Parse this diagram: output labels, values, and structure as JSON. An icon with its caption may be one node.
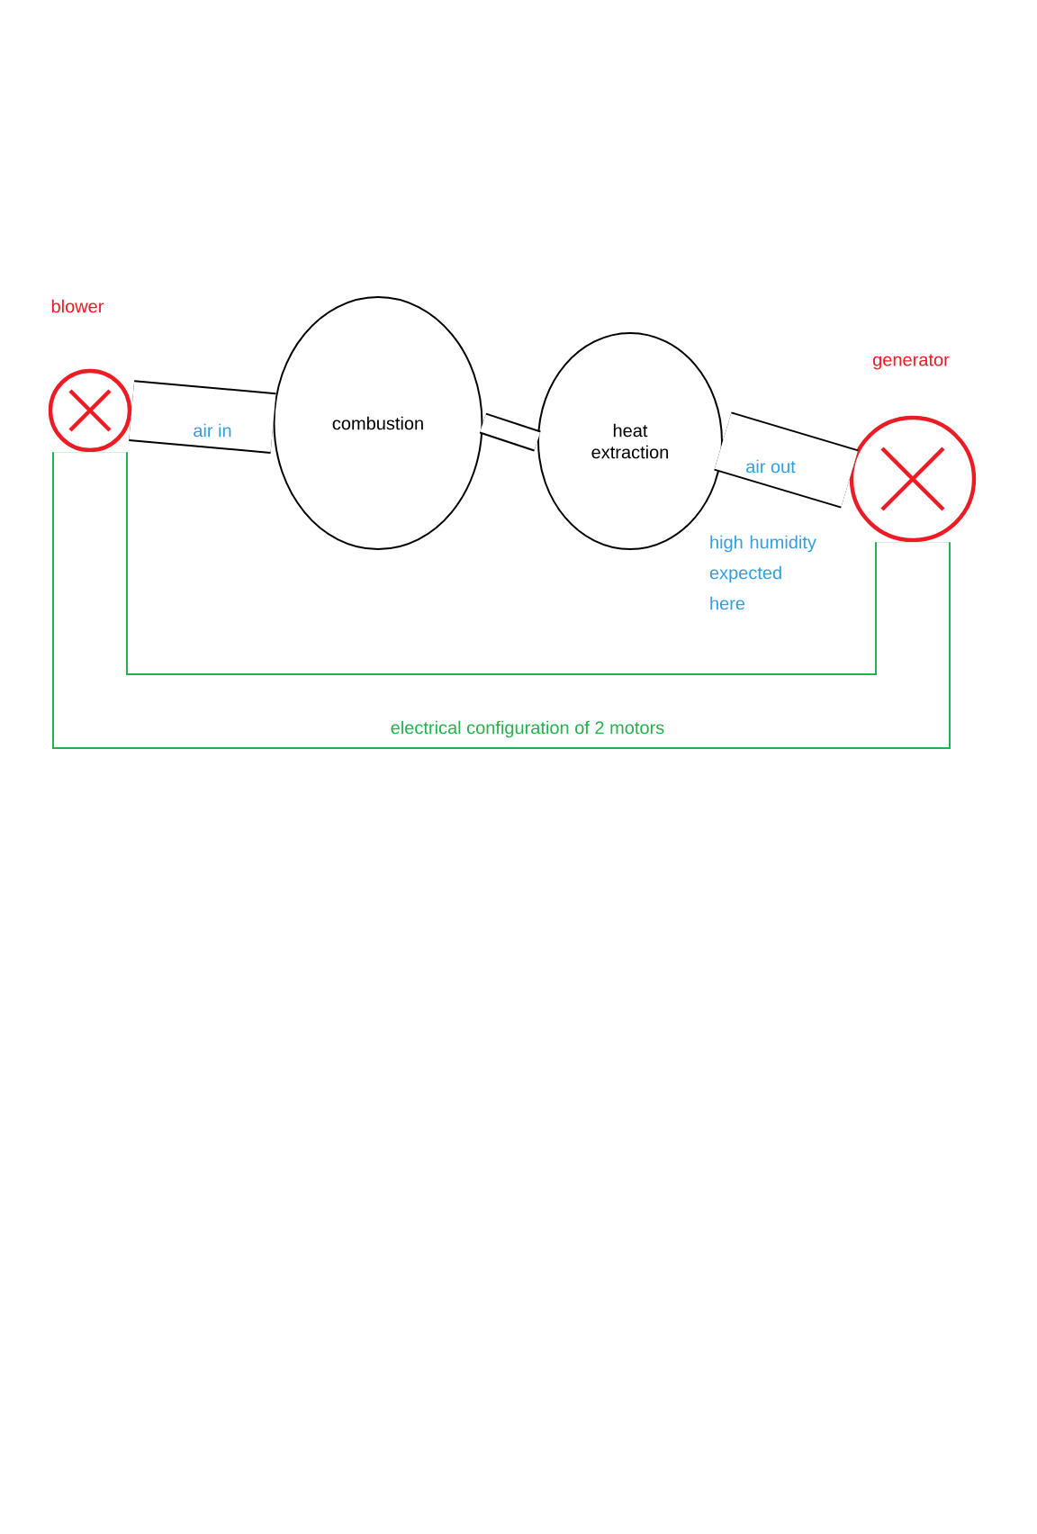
{
  "diagram": {
    "nodes": [
      {
        "text": [
          "blower"
        ]
      },
      {
        "text": [
          "combustion"
        ]
      },
      {
        "text": [
          "heat extraction"
        ]
      },
      {
        "text": [
          "generator"
        ]
      }
    ],
    "edges": [
      {
        "from": 0,
        "to": 1,
        "arrow": "none",
        "label": "air in"
      },
      {
        "from": 1,
        "to": 2,
        "arrow": "none"
      },
      {
        "from": 2,
        "to": 3,
        "arrow": "none",
        "label": "air out"
      },
      {
        "from": 0,
        "to": 3,
        "arrow": "none",
        "label": "electrical configuration of 2 motors",
        "color": "#22b14c"
      }
    ],
    "labels": [
      "high humidity expected here"
    ]
  }
}
